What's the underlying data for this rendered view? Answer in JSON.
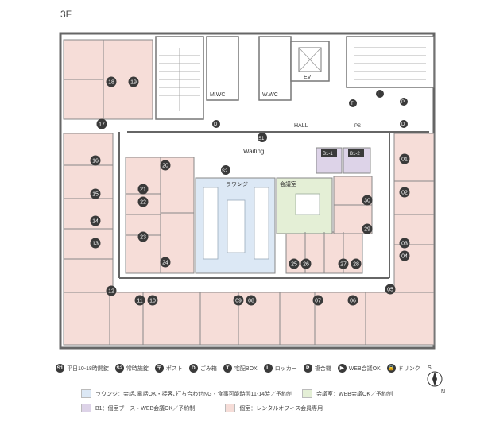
{
  "floor_label": "3F",
  "rooms": {
    "private": [
      "01",
      "02",
      "03",
      "04",
      "05",
      "06",
      "07",
      "08",
      "09",
      "10",
      "11",
      "12",
      "13",
      "14",
      "15",
      "16",
      "17",
      "18",
      "19",
      "20",
      "21",
      "22",
      "23",
      "24",
      "25",
      "26",
      "27",
      "28",
      "29",
      "30"
    ],
    "booths": [
      "B1-1",
      "B1-2"
    ]
  },
  "labels": {
    "mwc": "M.WC",
    "wwc": "W.WC",
    "ev": "EV",
    "hall": "HALL",
    "ps": "PS",
    "waiting": "Waiting",
    "lounge": "ラウンジ",
    "meeting": "会議室",
    "s1": "S1",
    "s2": "S2",
    "d": "D",
    "t": "T",
    "l": "L",
    "p": "P"
  },
  "legend": {
    "row1": [
      {
        "badge": "S1",
        "text": "平日10-18時開錠"
      },
      {
        "badge": "S2",
        "text": "常時施錠"
      },
      {
        "badge": "〒",
        "text": "ポスト"
      },
      {
        "badge": "D",
        "text": "ごみ箱"
      },
      {
        "badge": "T",
        "text": "宅配BOX"
      },
      {
        "badge": "L",
        "text": "ロッカー"
      },
      {
        "badge": "P",
        "text": "複合機"
      },
      {
        "badge": "▶",
        "text": "WEB会議OK"
      },
      {
        "badge": "🔒",
        "text": "ドリンク"
      }
    ],
    "row2": [
      {
        "text": "ラウンジ：会話､電話OK・接客､打ち合わせNG・食事可能時間11-14時／予約制"
      },
      {
        "text": "会議室：WEB会議OK／予約制"
      }
    ],
    "row3": [
      {
        "text": "B1：個室ブース・WEB会議OK／予約制"
      },
      {
        "text": "個室：レンタルオフィス会員専用"
      }
    ]
  },
  "compass": {
    "n": "N",
    "s": "S"
  },
  "colors": {
    "private": "#f6ddd8",
    "lounge": "#dce8f5",
    "meeting": "#e4efd6",
    "booth": "#ddd3e8",
    "wall": "#555555",
    "badge": "#3a3a3a"
  }
}
